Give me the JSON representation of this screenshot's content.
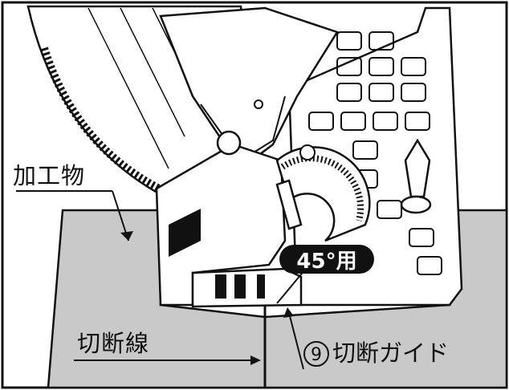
{
  "labels": {
    "workpiece": "加工物",
    "cut_line": "切断線",
    "guide_number": "⑨",
    "guide_name": "切断ガイド",
    "bevel_45": "45°用"
  },
  "colors": {
    "line": "#111111",
    "workpiece_fill": "#c9c9c9",
    "tool_fill": "#ffffff",
    "badge": "#111111"
  }
}
